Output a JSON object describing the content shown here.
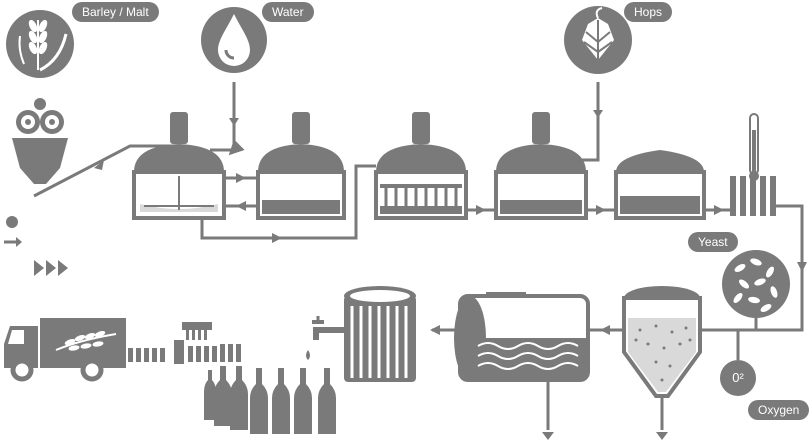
{
  "labels": {
    "barley_malt": "Barley / Malt",
    "water": "Water",
    "hops": "Hops",
    "yeast": "Yeast",
    "oxygen": "Oxygen",
    "o2": "0²"
  },
  "colors": {
    "primary": "#7a7a7a",
    "light": "#d9d9d9",
    "background": "#ffffff"
  },
  "icons": {
    "barley": "wheat-icon",
    "water": "water-drop-icon",
    "hops": "hop-cone-icon",
    "truck": "delivery-truck-icon",
    "tap": "faucet-icon"
  }
}
